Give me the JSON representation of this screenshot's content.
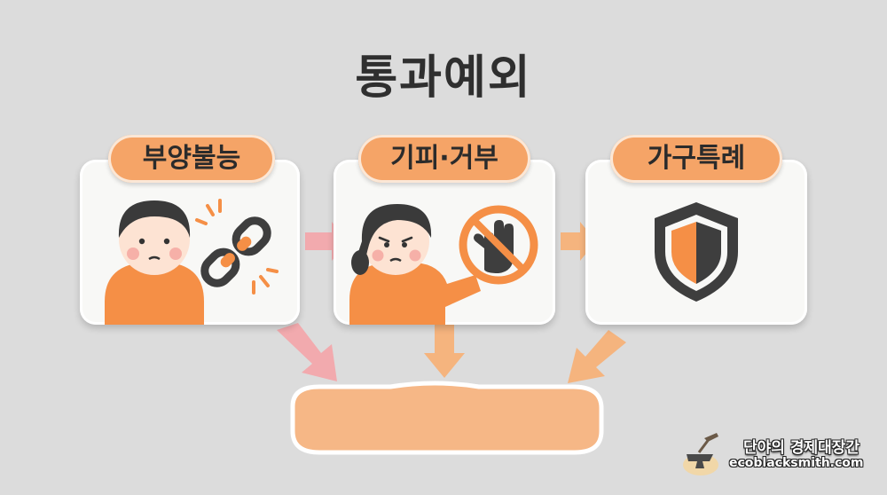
{
  "title": "통과예외",
  "cards": [
    {
      "label": "부양불능",
      "icon": "broken-chain-icon"
    },
    {
      "label": "기피·거부",
      "icon": "stop-hand-icon"
    },
    {
      "label": "가구특례",
      "icon": "shield-icon"
    }
  ],
  "result_box": {
    "label": ""
  },
  "signature": {
    "name": "단야의 경제대장간",
    "url": "ecoblacksmith.com",
    "icon": "anvil-hammer-icon"
  },
  "colors": {
    "accent": "#f5a467",
    "pink_arrow": "#f2aaae",
    "dark": "#3b3b3b",
    "background": "#dcdcdc"
  }
}
